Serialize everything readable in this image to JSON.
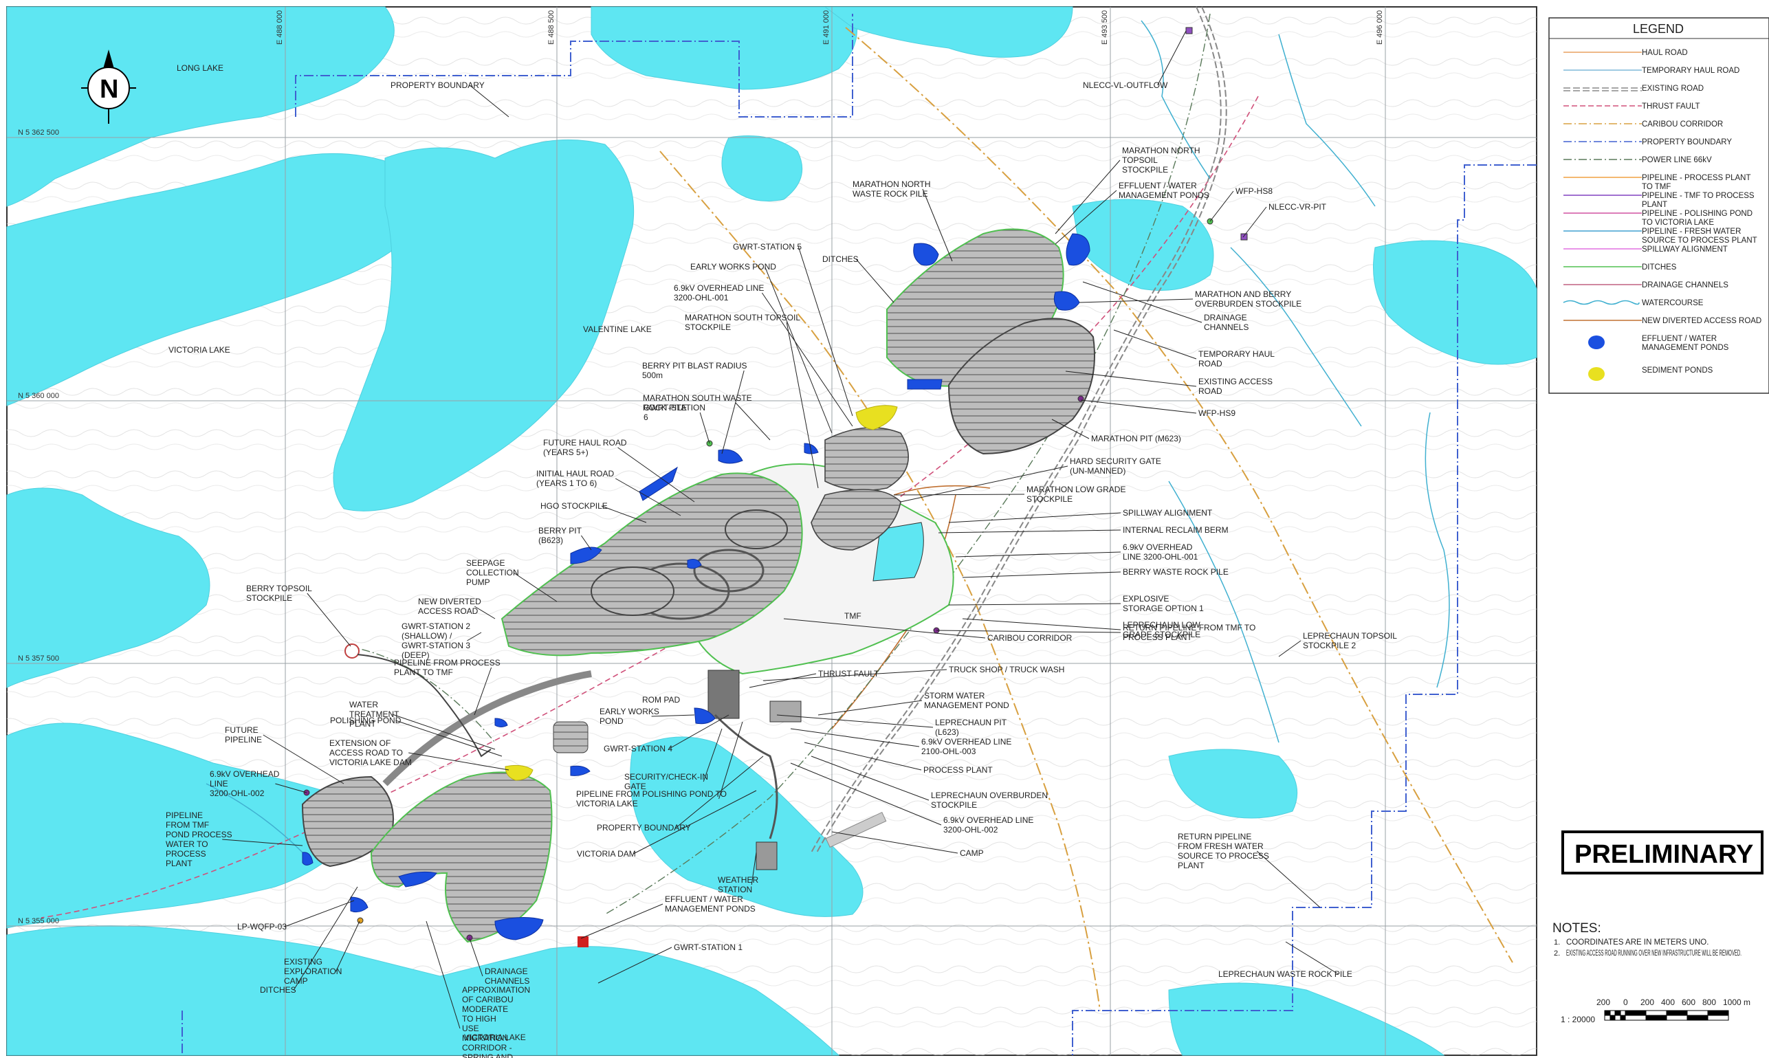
{
  "map": {
    "grid": {
      "eastings": [
        "E 488 000",
        "E 488 500",
        "E 491 000",
        "E 493 500",
        "E 496 000"
      ],
      "northings": [
        "N 5 362 500",
        "N 5 360 000",
        "N 5 357 500",
        "N 5 355 000"
      ]
    },
    "water_labels": [
      "LONG LAKE",
      "VICTORIA LAKE",
      "VALENTINE LAKE",
      "VICTORIA LAKE"
    ],
    "features": {
      "tmf": "TMF",
      "rom_pad": "ROM PAD"
    },
    "callouts": [
      "PROPERTY BOUNDARY",
      "NLECC-VL-OUTFLOW",
      "MARATHON NORTH TOPSOIL STOCKPILE",
      "MARATHON NORTH WASTE ROCK PILE",
      "EFFLUENT / WATER MANAGEMENT PONDS",
      "WFP-HS8",
      "NLECC-VR-PIT",
      "GWRT-STATION 5",
      "DITCHES",
      "EARLY WORKS POND",
      "MARATHON AND BERRY OVERBURDEN STOCKPILE",
      "6.9kV OVERHEAD LINE 3200-OHL-001",
      "DRAINAGE CHANNELS",
      "MARATHON SOUTH TOPSOIL STOCKPILE",
      "TEMPORARY HAUL ROAD",
      "BERRY PIT BLAST RADIUS 500m",
      "EXISTING ACCESS ROAD",
      "MARATHON SOUTH WASTE ROCK PILE",
      "WFP-HS9",
      "GWRT-STATION 6",
      "MARATHON PIT (M623)",
      "FUTURE HAUL ROAD (YEARS 5+)",
      "HARD SECURITY GATE (UN-MANNED)",
      "INITIAL HAUL ROAD (YEARS 1 TO 6)",
      "MARATHON LOW GRADE STOCKPILE",
      "HGO STOCKPILE",
      "SPILLWAY ALIGNMENT",
      "BERRY PIT (B623)",
      "INTERNAL RECLAIM BERM",
      "6.9kV OVERHEAD LINE 3200-OHL-001",
      "BERRY WASTE ROCK PILE",
      "SEEPAGE COLLECTION PUMP",
      "EXPLOSIVE STORAGE OPTION 1",
      "BERRY TOPSOIL STOCKPILE",
      "NEW DIVERTED ACCESS ROAD",
      "LEPRECHAUN LOW GRADE STOCKPILE",
      "GWRT-STATION 2 (SHALLOW) / GWRT-STATION 3 (DEEP)",
      "RETURN PIPELINE FROM TMF TO PROCESS PLANT",
      "CARIBOU CORRIDOR",
      "LEPRECHAUN TOPSOIL STOCKPILE 2",
      "PIPELINE FROM PROCESS PLANT TO TMF",
      "TRUCK SHOP / TRUCK WASH",
      "THRUST FAULT",
      "WATER TREATMENT PLANT",
      "STORM WATER MANAGEMENT POND",
      "EARLY WORKS POND",
      "POLISHING POND",
      "LEPRECHAUN PIT (L623)",
      "FUTURE PIPELINE",
      "EXTENSION OF ACCESS ROAD TO VICTORIA LAKE DAM",
      "6.9kV OVERHEAD LINE 2100-OHL-003",
      "GWRT-STATION 4",
      "6.9kV OVERHEAD LINE 3200-OHL-002",
      "PROCESS PLANT",
      "SECURITY/CHECK-IN GATE",
      "LEPRECHAUN OVERBURDEN STOCKPILE",
      "PIPELINE FROM TMF POND PROCESS WATER TO PROCESS PLANT",
      "PIPELINE FROM POLISHING POND TO VICTORIA LAKE",
      "6.9kV OVERHEAD LINE 3200-OHL-002",
      "PROPERTY BOUNDARY",
      "RETURN PIPELINE FROM FRESH WATER SOURCE TO PROCESS PLANT",
      "VICTORIA DAM",
      "CAMP",
      "WEATHER STATION",
      "EFFLUENT / WATER MANAGEMENT PONDS",
      "LP-WQFP-03",
      "EXISTING EXPLORATION CAMP",
      "GWRT-STATION 1",
      "DRAINAGE CHANNELS",
      "DITCHES",
      "APPROXIMATION OF CARIBOU MODERATE TO HIGH USE MIGRATION CORRIDOR - SPRING AND FALL",
      "LEPRECHAUN WASTE ROCK PILE"
    ]
  },
  "legend": {
    "title": "LEGEND",
    "items": [
      {
        "label": "HAUL ROAD",
        "color": "#e8a060",
        "style": "solid"
      },
      {
        "label": "TEMPORARY HAUL ROAD",
        "color": "#7fb8d8",
        "style": "solid"
      },
      {
        "label": "EXISTING ROAD",
        "color": "#888888",
        "style": "double-dash"
      },
      {
        "label": "THRUST FAULT",
        "color": "#d0507a",
        "style": "dash"
      },
      {
        "label": "CARIBOU CORRIDOR",
        "color": "#d8a040",
        "style": "dashdot"
      },
      {
        "label": "PROPERTY BOUNDARY",
        "color": "#4060d0",
        "style": "dashdot"
      },
      {
        "label": "POWER LINE 66kV",
        "color": "#5a7a5a",
        "style": "dashdot"
      },
      {
        "label": "PIPELINE - PROCESS PLANT TO TMF",
        "color": "#f0a040",
        "style": "solid"
      },
      {
        "label": "PIPELINE - TMF TO PROCESS PLANT",
        "color": "#8040c0",
        "style": "solid"
      },
      {
        "label": "PIPELINE - POLISHING POND TO VICTORIA LAKE",
        "color": "#d050a0",
        "style": "solid"
      },
      {
        "label": "PIPELINE - FRESH WATER SOURCE TO PROCESS PLANT",
        "color": "#40a0d0",
        "style": "solid"
      },
      {
        "label": "SPILLWAY ALIGNMENT",
        "color": "#e070e0",
        "style": "solid"
      },
      {
        "label": "DITCHES",
        "color": "#50c050",
        "style": "solid"
      },
      {
        "label": "DRAINAGE CHANNELS",
        "color": "#c06080",
        "style": "solid"
      },
      {
        "label": "WATERCOURSE",
        "color": "#40b0d0",
        "style": "wavy"
      },
      {
        "label": "NEW DIVERTED ACCESS ROAD",
        "color": "#c07030",
        "style": "solid"
      },
      {
        "label": "EFFLUENT / WATER MANAGEMENT PONDS",
        "color": "#1a4fe0",
        "style": "blob"
      },
      {
        "label": "SEDIMENT PONDS",
        "color": "#e8e020",
        "style": "blob"
      }
    ]
  },
  "stamp": "PRELIMINARY",
  "notes": {
    "title": "NOTES:",
    "items": [
      "COORDINATES ARE IN METERS UNO.",
      "EXISTING ACCESS ROAD RUNNING OVER NEW INFRASTRUCTURE WILL BE REMOVED."
    ]
  },
  "scale": {
    "ratio": "1 : 20000",
    "ticks": [
      "200",
      "0",
      "200",
      "400",
      "600",
      "800",
      "1000 m"
    ]
  },
  "colors": {
    "lake": "#5ee6f2",
    "background": "#ffffff",
    "waste_rock": "#8a8a8a",
    "pond_blue": "#1a4fe0",
    "sediment_yellow": "#e8e020",
    "ditch_green": "#50c050"
  },
  "icons": {
    "north_arrow": "north-arrow-icon"
  }
}
